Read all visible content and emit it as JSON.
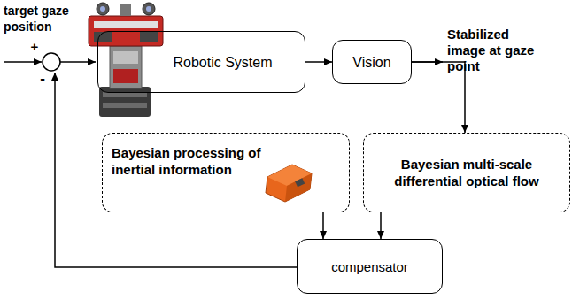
{
  "diagram": {
    "nodes": [
      {
        "text": [
          "Robotic System"
        ]
      },
      {
        "text": [
          "Vision"
        ]
      },
      {
        "text": [
          "Bayesian processing of inertial information"
        ]
      },
      {
        "text": [
          "Bayesian multi-scale differential optical flow"
        ]
      },
      {
        "text": [
          "compensator"
        ]
      }
    ],
    "edges": [
      {
        "from": 0,
        "to": 1,
        "arrow": "to"
      },
      {
        "from": 1,
        "to": 3,
        "arrow": "to"
      },
      {
        "from": 2,
        "to": 4,
        "arrow": "to"
      },
      {
        "from": 3,
        "to": 4,
        "arrow": "to"
      }
    ],
    "labels": [
      "target gaze position",
      "+",
      "-",
      "Stabilized image at gaze point"
    ]
  }
}
